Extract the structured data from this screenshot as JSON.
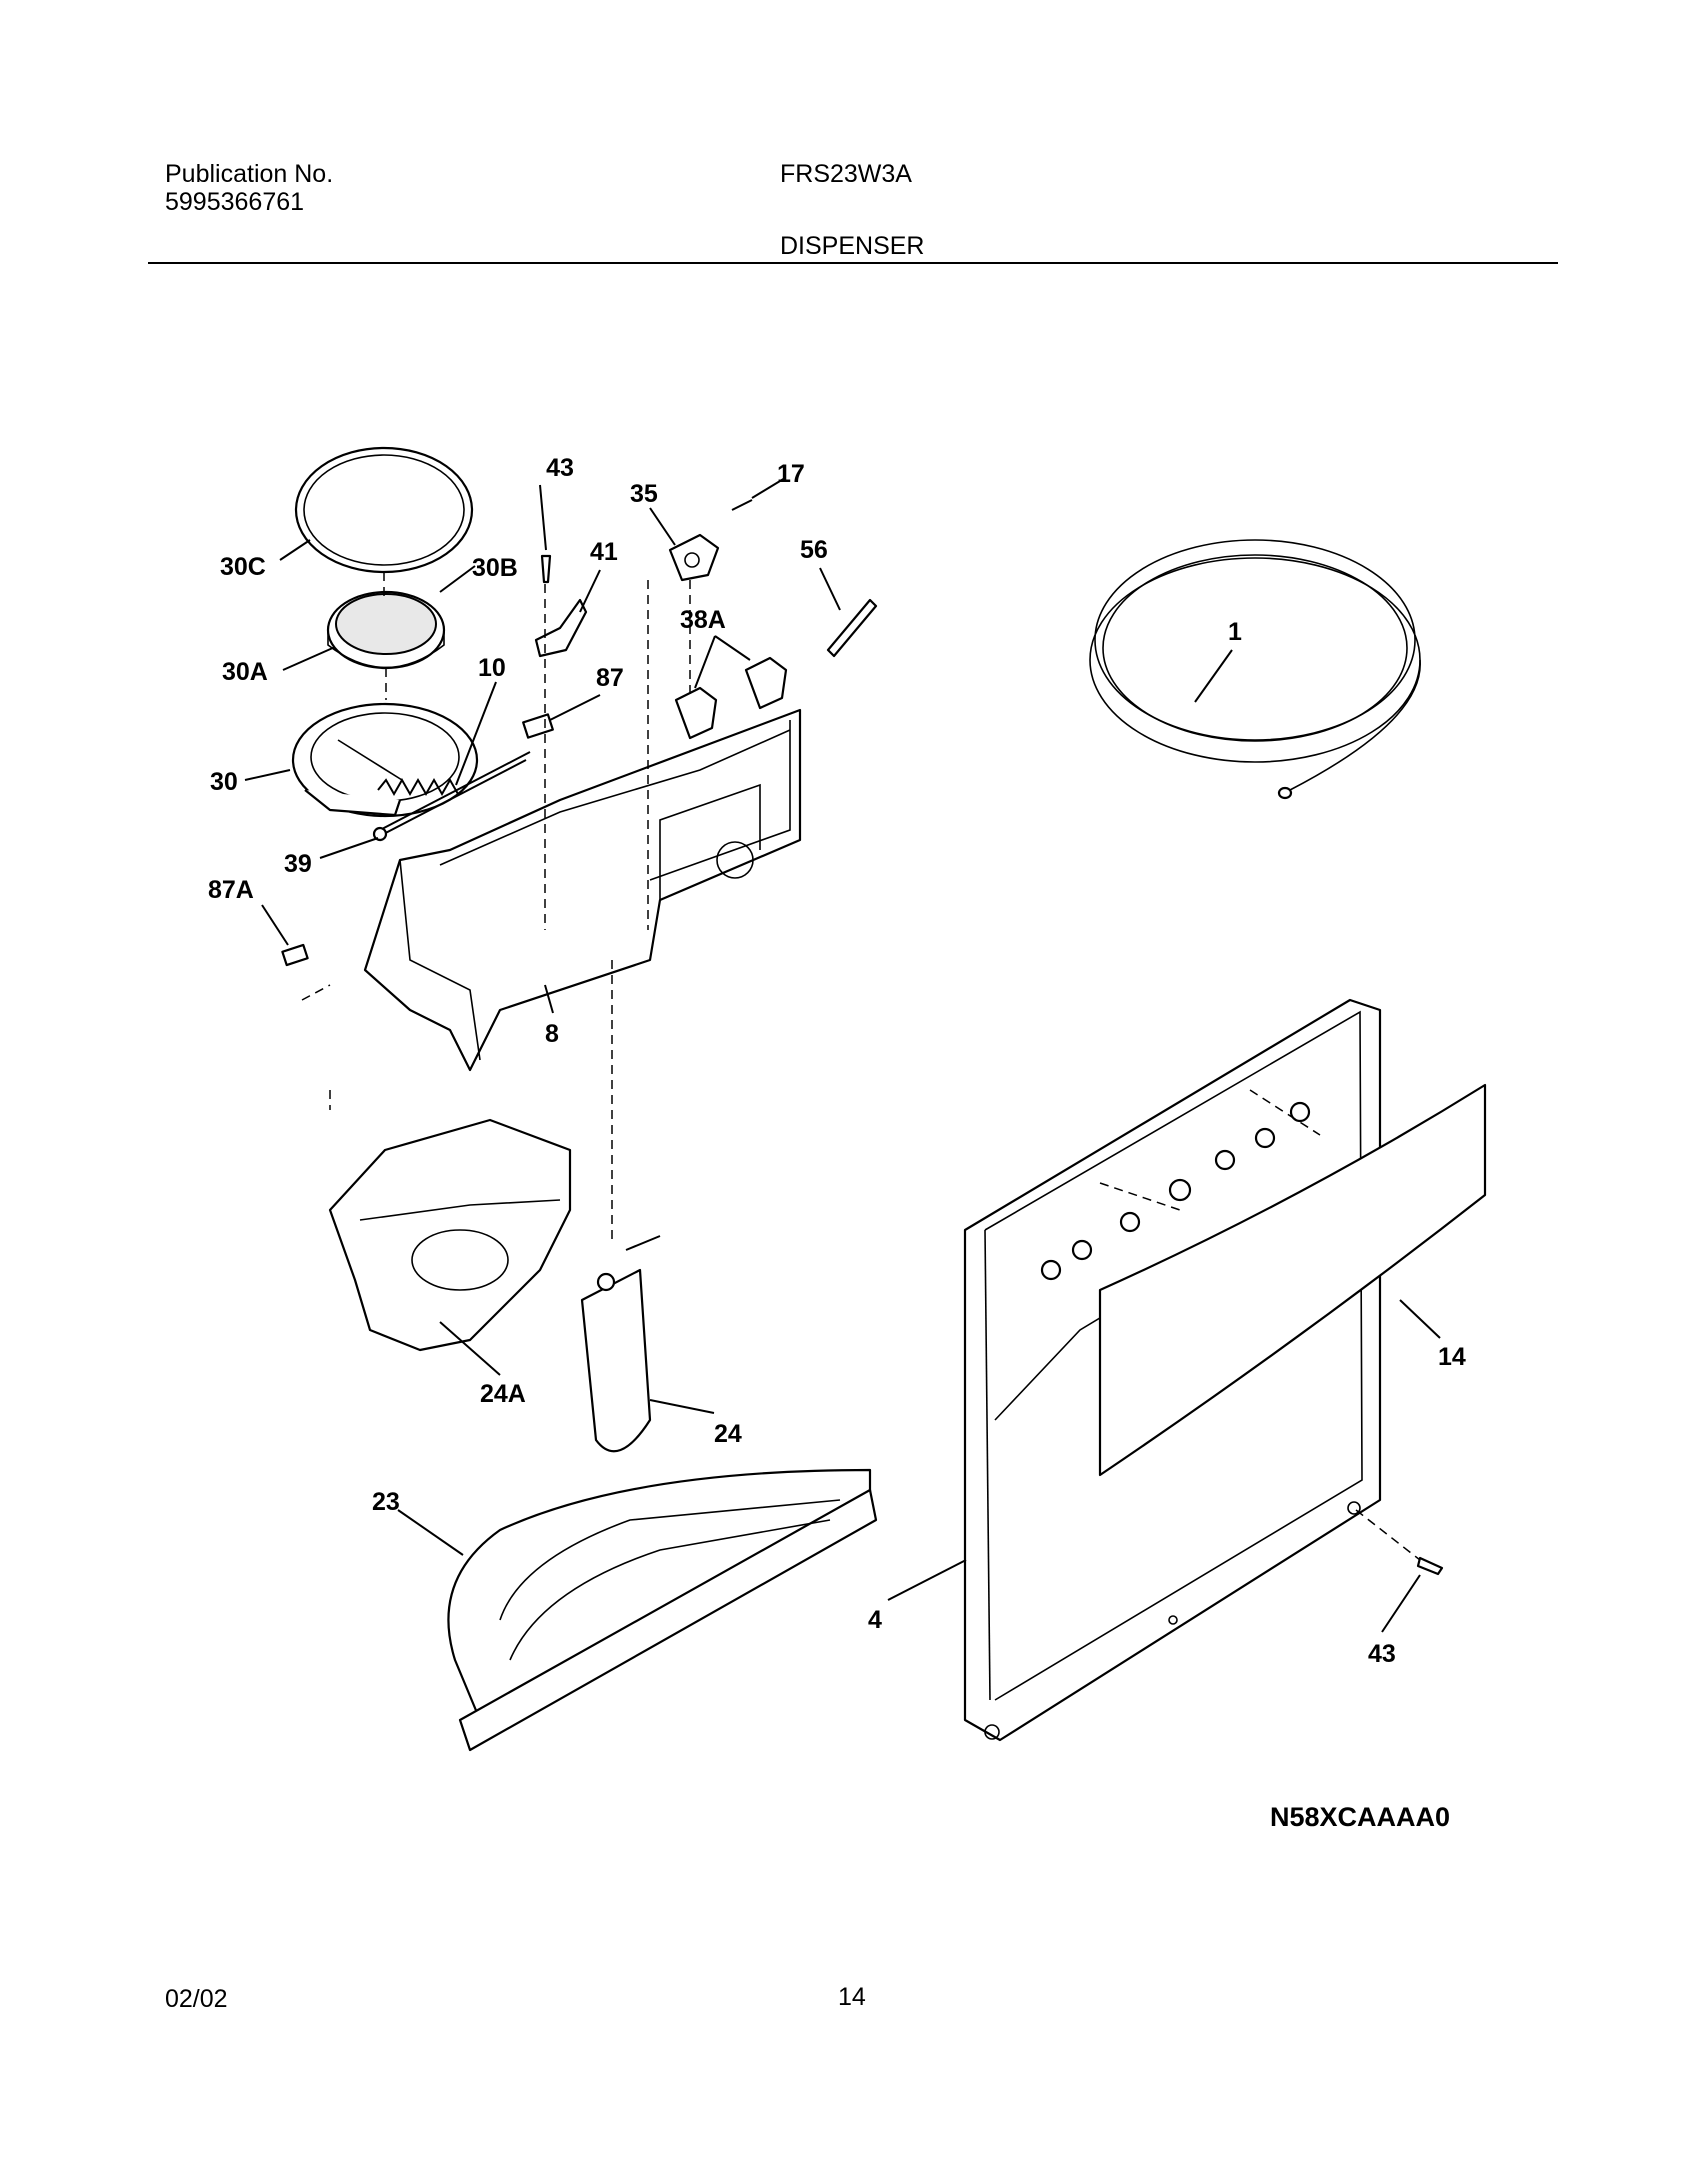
{
  "header": {
    "publication_label": "Publication No.",
    "publication_number": "5995366761",
    "model": "FRS23W3A",
    "section_title": "DISPENSER"
  },
  "diagram": {
    "callouts": {
      "c43a": "43",
      "c35": "35",
      "c17": "17",
      "c56": "56",
      "c41": "41",
      "c38A": "38A",
      "c30C": "30C",
      "c30B": "30B",
      "c30A": "30A",
      "c10": "10",
      "c87": "87",
      "c30": "30",
      "c39": "39",
      "c87A": "87A",
      "c8": "8",
      "c1": "1",
      "c24A": "24A",
      "c24": "24",
      "c23": "23",
      "c14": "14",
      "c4": "4",
      "c43b": "43"
    },
    "drawing_code": "N58XCAAAA0"
  },
  "footer": {
    "date": "02/02",
    "page_number": "14"
  }
}
